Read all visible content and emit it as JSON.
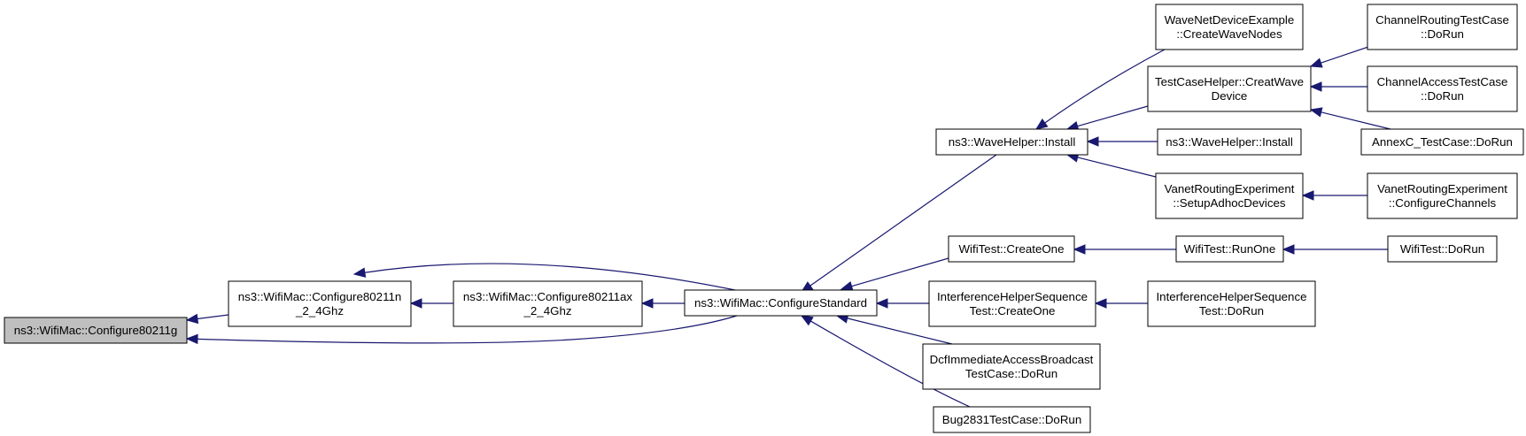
{
  "diagram": {
    "type": "call-graph",
    "edge_color": "#191970",
    "current_node_fill": "#bfbfbf",
    "nodes": [
      {
        "id": "configure80211g",
        "lines": [
          "ns3::WifiMac::Configure80211g"
        ],
        "current": true
      },
      {
        "id": "configure80211n",
        "lines": [
          "ns3::WifiMac::Configure80211n",
          "_2_4Ghz"
        ]
      },
      {
        "id": "configure80211ax",
        "lines": [
          "ns3::WifiMac::Configure80211ax",
          "_2_4Ghz"
        ]
      },
      {
        "id": "configureStandard",
        "lines": [
          "ns3::WifiMac::ConfigureStandard"
        ]
      },
      {
        "id": "waveInstall1",
        "lines": [
          "ns3::WaveHelper::Install"
        ]
      },
      {
        "id": "wifiTestCreateOne",
        "lines": [
          "WifiTest::CreateOne"
        ]
      },
      {
        "id": "interferenceCreateOne",
        "lines": [
          "InterferenceHelperSequence",
          "Test::CreateOne"
        ]
      },
      {
        "id": "dcfImmediate",
        "lines": [
          "DcfImmediateAccessBroadcast",
          "TestCase::DoRun"
        ]
      },
      {
        "id": "bug2831",
        "lines": [
          "Bug2831TestCase::DoRun"
        ]
      },
      {
        "id": "waveNetDevice",
        "lines": [
          "WaveNetDeviceExample",
          "::CreateWaveNodes"
        ]
      },
      {
        "id": "testCaseHelper",
        "lines": [
          "TestCaseHelper::CreatWave",
          "Device"
        ]
      },
      {
        "id": "waveInstall2",
        "lines": [
          "ns3::WaveHelper::Install"
        ]
      },
      {
        "id": "vanetSetup",
        "lines": [
          "VanetRoutingExperiment",
          "::SetupAdhocDevices"
        ]
      },
      {
        "id": "wifiTestRunOne",
        "lines": [
          "WifiTest::RunOne"
        ]
      },
      {
        "id": "interferenceDoRun",
        "lines": [
          "InterferenceHelperSequence",
          "Test::DoRun"
        ]
      },
      {
        "id": "channelRouting",
        "lines": [
          "ChannelRoutingTestCase",
          "::DoRun"
        ]
      },
      {
        "id": "channelAccess",
        "lines": [
          "ChannelAccessTestCase",
          "::DoRun"
        ]
      },
      {
        "id": "annexC",
        "lines": [
          "AnnexC_TestCase::DoRun"
        ]
      },
      {
        "id": "vanetConfigure",
        "lines": [
          "VanetRoutingExperiment",
          "::ConfigureChannels"
        ]
      },
      {
        "id": "wifiTestDoRun",
        "lines": [
          "WifiTest::DoRun"
        ]
      }
    ],
    "edges": [
      {
        "from": "configure80211n",
        "to": "configure80211g"
      },
      {
        "from": "configureStandard",
        "to": "configure80211g"
      },
      {
        "from": "configure80211ax",
        "to": "configure80211n"
      },
      {
        "from": "configureStandard",
        "to": "configure80211n"
      },
      {
        "from": "configureStandard",
        "to": "configure80211ax"
      },
      {
        "from": "waveInstall1",
        "to": "configureStandard"
      },
      {
        "from": "wifiTestCreateOne",
        "to": "configureStandard"
      },
      {
        "from": "interferenceCreateOne",
        "to": "configureStandard"
      },
      {
        "from": "dcfImmediate",
        "to": "configureStandard"
      },
      {
        "from": "bug2831",
        "to": "configureStandard"
      },
      {
        "from": "waveNetDevice",
        "to": "waveInstall1"
      },
      {
        "from": "testCaseHelper",
        "to": "waveInstall1"
      },
      {
        "from": "waveInstall2",
        "to": "waveInstall1"
      },
      {
        "from": "vanetSetup",
        "to": "waveInstall1"
      },
      {
        "from": "wifiTestRunOne",
        "to": "wifiTestCreateOne"
      },
      {
        "from": "interferenceDoRun",
        "to": "interferenceCreateOne"
      },
      {
        "from": "channelRouting",
        "to": "testCaseHelper"
      },
      {
        "from": "channelAccess",
        "to": "testCaseHelper"
      },
      {
        "from": "annexC",
        "to": "testCaseHelper"
      },
      {
        "from": "vanetConfigure",
        "to": "vanetSetup"
      },
      {
        "from": "wifiTestDoRun",
        "to": "wifiTestRunOne"
      }
    ]
  }
}
